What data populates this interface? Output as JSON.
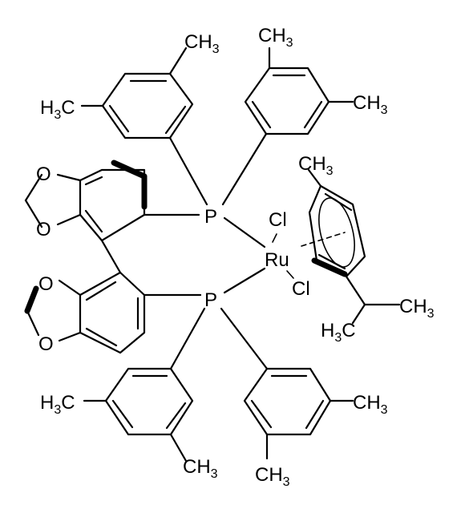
{
  "molecule": {
    "labels": {
      "methyl": "CH",
      "methyl_left": "H",
      "carbon": "C",
      "three": "3",
      "phosphorus": "P",
      "ruthenium": "Ru",
      "chlorine": "Cl",
      "oxygen": "O"
    },
    "colors": {
      "ink": "#000000",
      "background": "#ffffff"
    }
  }
}
